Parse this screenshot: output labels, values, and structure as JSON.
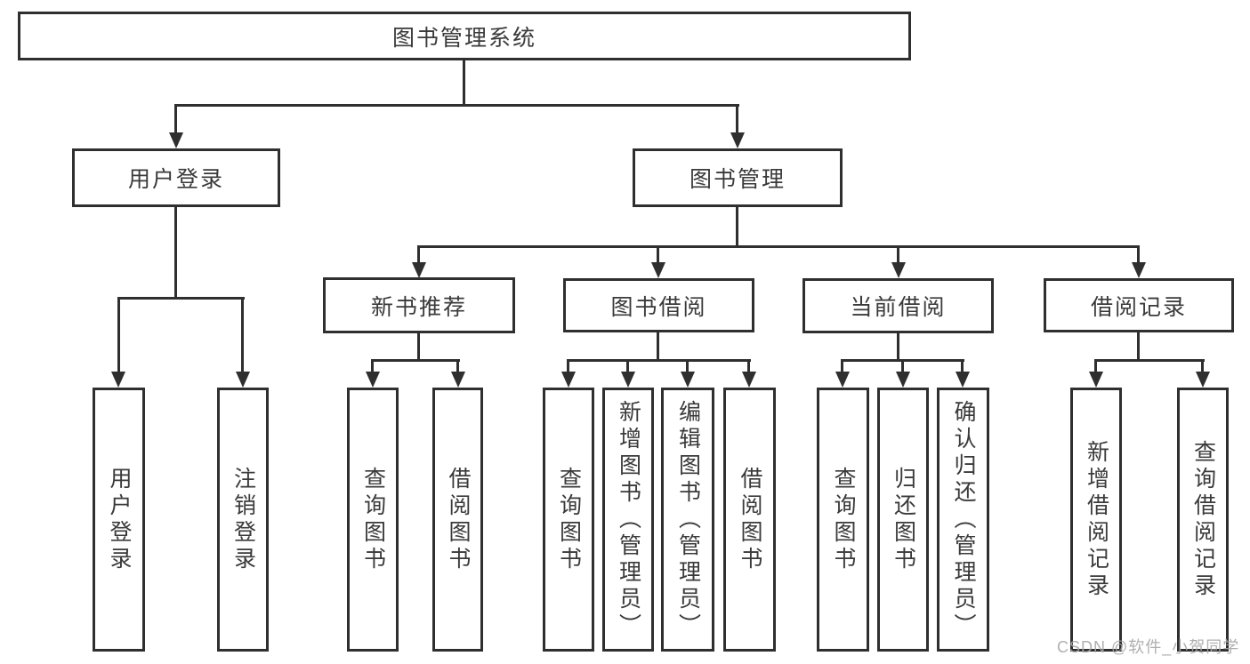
{
  "colors": {
    "line": "#2f2f2f",
    "text": "#3a3a3a",
    "background": "#ffffff",
    "watermark_gray": "#a8a8a8"
  },
  "watermark": "CSDN @软件_小贺同学",
  "tree": {
    "root": "图书管理系统",
    "branches": [
      {
        "label": "用户登录",
        "leaves": [
          "用户登录",
          "注销登录"
        ]
      },
      {
        "label": "图书管理",
        "groups": [
          {
            "label": "新书推荐",
            "leaves": [
              "查询图书",
              "借阅图书"
            ]
          },
          {
            "label": "图书借阅",
            "leaves": [
              "查询图书",
              "新增图书（管理员）",
              "编辑图书（管理员）",
              "借阅图书"
            ]
          },
          {
            "label": "当前借阅",
            "leaves": [
              "查询图书",
              "归还图书",
              "确认归还（管理员）"
            ]
          },
          {
            "label": "借阅记录",
            "leaves": [
              "新增借阅记录",
              "查询借阅记录"
            ]
          }
        ]
      }
    ]
  }
}
